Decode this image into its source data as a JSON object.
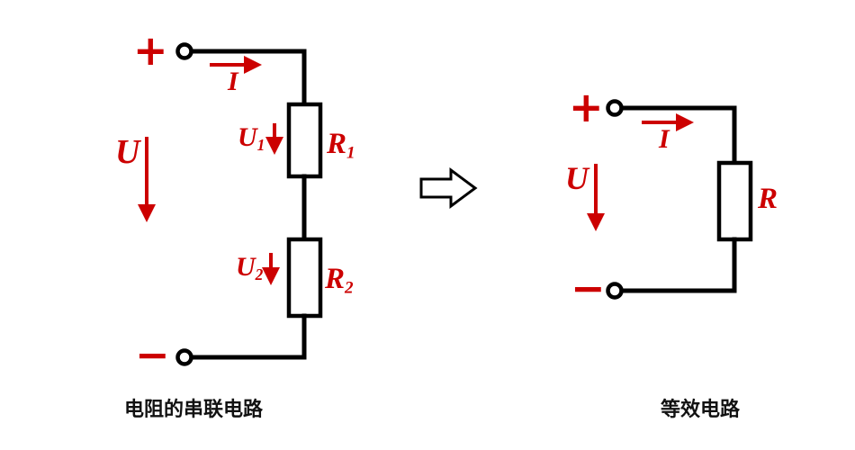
{
  "diagram": {
    "left": {
      "caption": "电阻的串联电路",
      "plus": "+",
      "minus": "−",
      "current": "I",
      "voltage": "U",
      "u1": {
        "base": "U",
        "sub": "1"
      },
      "u2": {
        "base": "U",
        "sub": "2"
      },
      "r1": {
        "base": "R",
        "sub": "1"
      },
      "r2": {
        "base": "R",
        "sub": "2"
      }
    },
    "right": {
      "caption": "等效电路",
      "plus": "+",
      "minus": "−",
      "current": "I",
      "voltage": "U",
      "r": {
        "base": "R"
      }
    },
    "colors": {
      "accent": "#cc0000",
      "wire": "#000000"
    }
  }
}
